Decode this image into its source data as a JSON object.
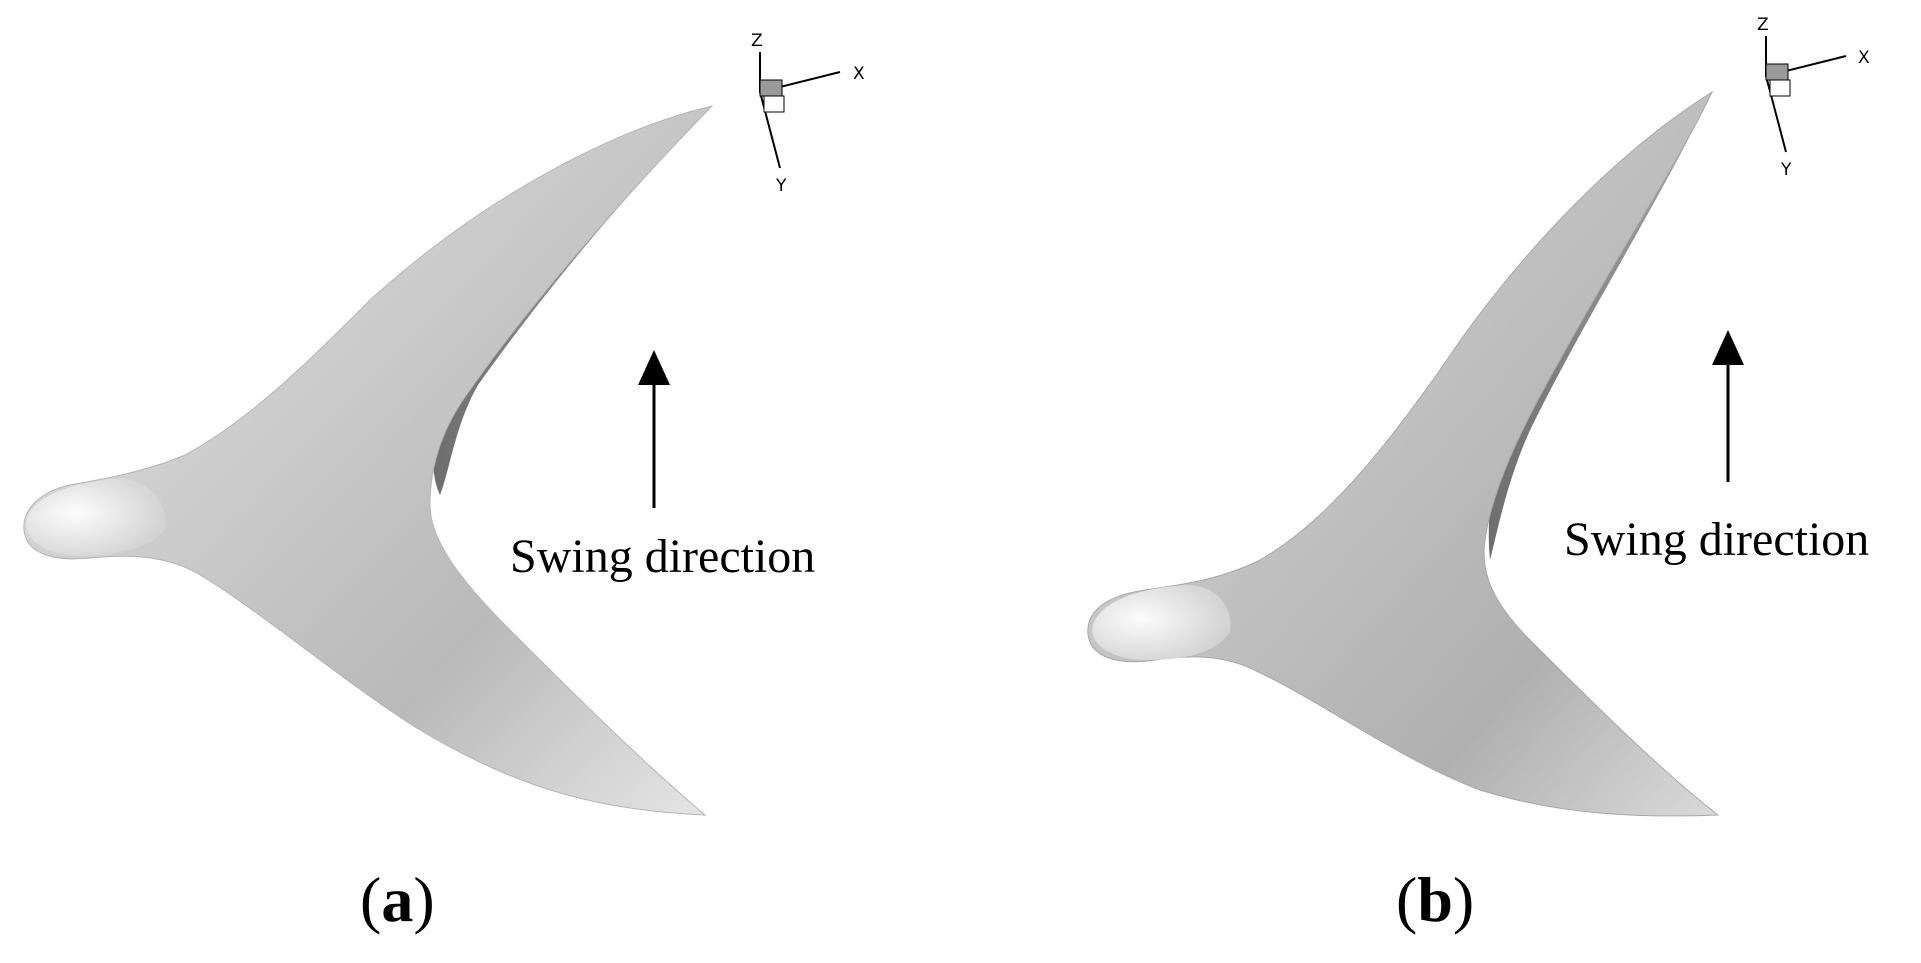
{
  "panels": [
    {
      "label_open": "(",
      "label_letter": "a",
      "label_close": ")",
      "direction_label": "Swing direction",
      "axes": {
        "x": "X",
        "y": "Y",
        "z": "Z"
      }
    },
    {
      "label_open": "(",
      "label_letter": "b",
      "label_close": ")",
      "direction_label": "Swing direction",
      "axes": {
        "x": "X",
        "y": "Y",
        "z": "Z"
      }
    }
  ],
  "colors": {
    "surface_light": "#f2f2f2",
    "surface_mid": "#bdbdbd",
    "surface_dark": "#8c8c8c",
    "ink": "#000000"
  }
}
